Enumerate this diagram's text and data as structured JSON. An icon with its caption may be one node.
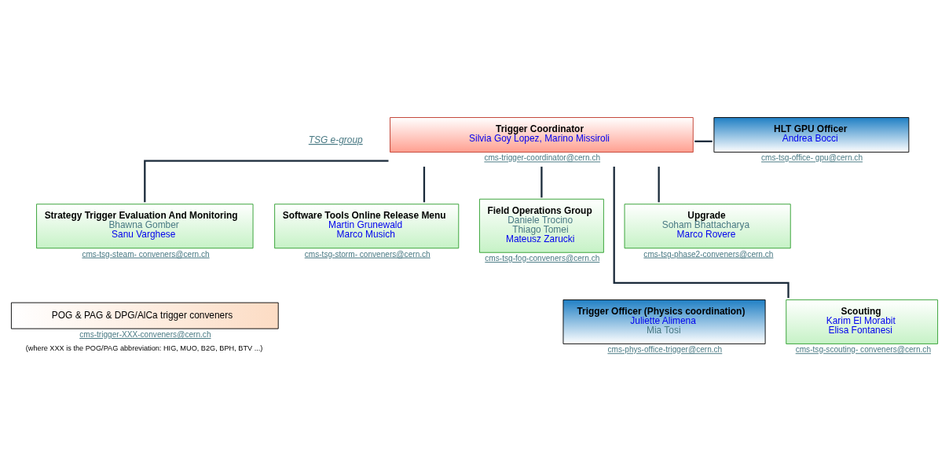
{
  "diagram": {
    "nodes": [
      {
        "text": [
          "Trigger Coordinator",
          "Silvia Goy Lopez, Marino Missiroli"
        ],
        "beside": [
          "cms-trigger-coordinator@cern.ch"
        ]
      },
      {
        "text": [
          "HLT GPU Officer",
          "Andrea Bocci"
        ],
        "beside": [
          "cms-tsg-office- gpu@cern.ch"
        ]
      },
      {
        "text": [
          "Strategy Trigger Evaluation And Monitoring",
          "Bhawna Gomber",
          "Sanu Varghese"
        ],
        "beside": [
          "cms-tsg-steam- conveners@cern.ch"
        ]
      },
      {
        "text": [
          "Software Tools Online Release Menu",
          "Martin Grunewald",
          "Marco Musich"
        ],
        "beside": [
          "cms-tsg-storm- conveners@cern.ch"
        ]
      },
      {
        "text": [
          "Field Operations Group",
          "Daniele Trocino",
          "Thiago Tomei",
          "Mateusz Zarucki"
        ],
        "beside": [
          "cms-tsg-fog-conveners@cern.ch"
        ]
      },
      {
        "text": [
          "Upgrade",
          "Soham Bhattacharya",
          "Marco Rovere"
        ],
        "beside": [
          "cms-tsg-phase2-conveners@cern.ch"
        ]
      },
      {
        "text": [
          "POG & PAG & DPG/AlCa trigger conveners"
        ],
        "beside": [
          "cms-trigger-XXX-conveners@cern.ch",
          "(where XXX is the POG/PAG abbreviation: HIG, MUO, B2G, BPH, BTV ...)"
        ]
      },
      {
        "text": [
          "Scouting",
          "Karim El Morabit",
          "Elisa Fontanesi"
        ],
        "beside": [
          "cms-tsg-scouting- conveners@cern.ch"
        ]
      },
      {
        "text": [
          "Trigger Officer (Physics coordination)",
          "Juliette Alimena",
          "Mia Tosi"
        ],
        "beside": [
          "cms-phys-office-trigger@cern.ch"
        ]
      }
    ],
    "edges": [
      {
        "from": 0,
        "to": 1,
        "arrow": "none"
      },
      {
        "from": 0,
        "to": 2,
        "arrow": "none"
      },
      {
        "from": 0,
        "to": 3,
        "arrow": "none"
      },
      {
        "from": 0,
        "to": 7,
        "arrow": "none"
      },
      {
        "from": 0,
        "to": 4,
        "arrow": "none"
      },
      {
        "from": 0,
        "to": 5,
        "arrow": "none"
      }
    ],
    "labels": [
      "TSG e-group"
    ]
  }
}
